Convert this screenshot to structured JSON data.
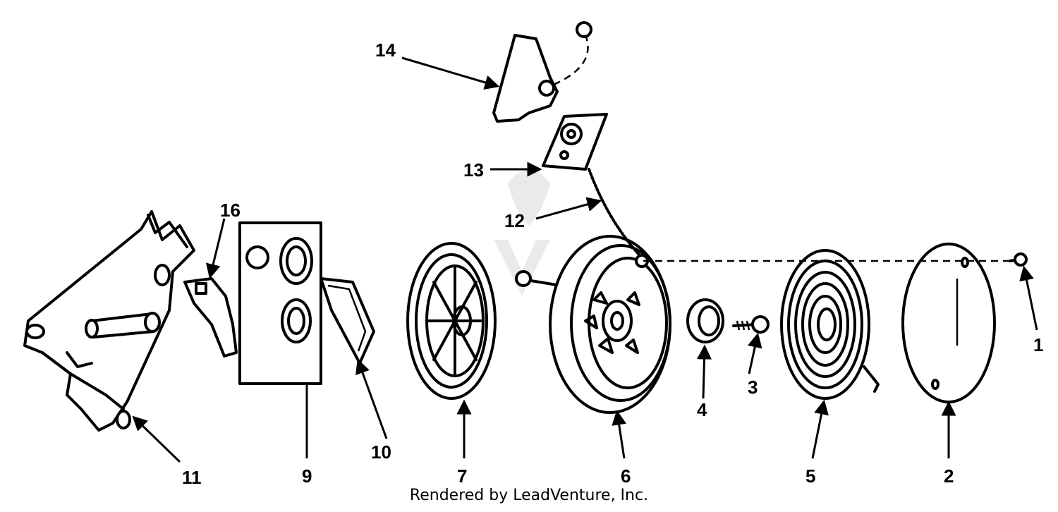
{
  "diagram": {
    "footer": "Rendered by LeadVenture, Inc.",
    "callouts": {
      "c1": "1",
      "c2": "2",
      "c3": "3",
      "c4": "4",
      "c5": "5",
      "c6": "6",
      "c7": "7",
      "c9": "9",
      "c10": "10",
      "c11": "11",
      "c12": "12",
      "c13": "13",
      "c14": "14",
      "c16": "16"
    }
  }
}
